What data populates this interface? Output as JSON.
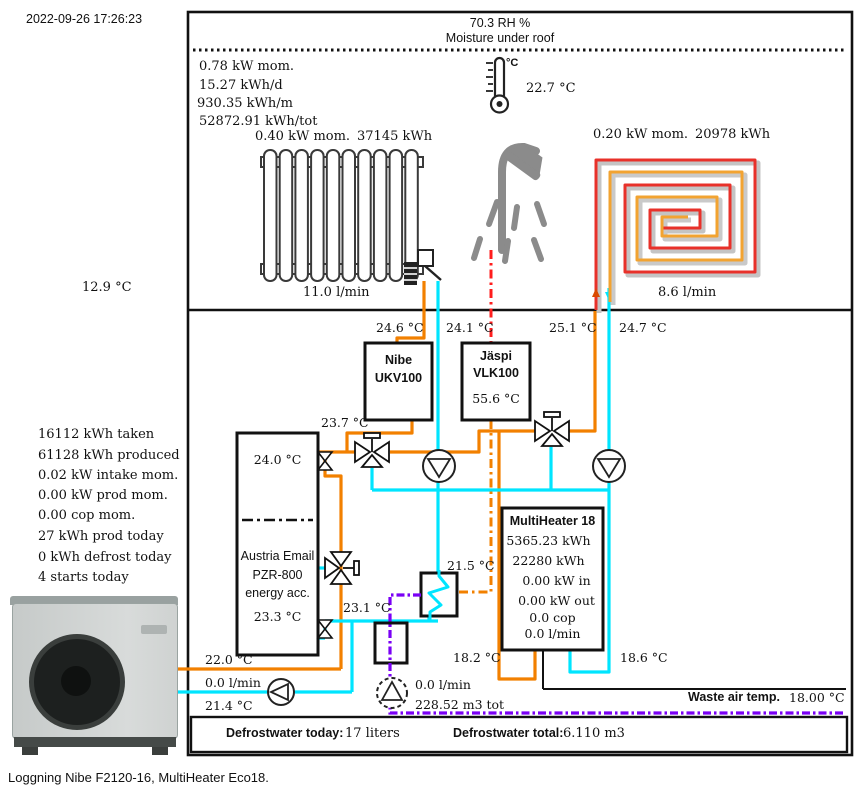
{
  "meta": {
    "timestamp": "2022-09-26 17:26:23",
    "outdoor_temp": "12.9 °C",
    "caption": "Loggning Nibe F2120-16, MultiHeater Eco18."
  },
  "roof": {
    "humidity": "70.3 RH %",
    "label": "Moisture under roof",
    "thermo_unit": "°C",
    "indoor_temp": "22.7 °C"
  },
  "house_energy": {
    "lines": [
      "0.78 kW mom.",
      "15.27 kWh/d",
      "930.35 kWh/m",
      "52872.91 kWh/tot"
    ]
  },
  "radiator": {
    "power": "0.40 kW mom.",
    "energy": "37145 kWh",
    "flow": "11.0 l/min"
  },
  "floor_loop": {
    "power": "0.20 kW mom.",
    "energy": "20978 kWh",
    "flow": "8.6 l/min"
  },
  "temps_row": [
    "24.6 °C",
    "24.1 °C",
    "25.1 °C",
    "24.7 °C"
  ],
  "ukv_box": {
    "line1": "Nibe",
    "line2": "UKV100"
  },
  "vlk_box": {
    "line1": "Jäspi",
    "line2": "VLK100",
    "temp": "55.6 °C"
  },
  "mix_temp": "23.7 °C",
  "heatpump_stats": [
    "16112 kWh taken",
    "61128 kWh produced",
    "0.02 kW intake mom.",
    "0.00 kW prod mom.",
    "0.00 cop mom.",
    "27 kWh prod today",
    "0  kWh defrost today",
    "4 starts today"
  ],
  "tank": {
    "top_temp": "24.0 °C",
    "name1": "Austria Email",
    "name2": "PZR-800",
    "name3": "energy acc.",
    "bottom_temp": "23.3 °C"
  },
  "multiheater": {
    "title": "MultiHeater 18",
    "lines": [
      "5365.23 kWh",
      "22280 kWh",
      "0.00 kW in",
      "0.00 kW out",
      "0.0 cop",
      "0.0 l/min"
    ]
  },
  "labels": {
    "hx_temp": "21.5 °C",
    "return_temp": "23.1 °C",
    "mh_in_temp": "18.2 °C",
    "mh_out_temp": "18.6 °C",
    "hp_supply_temp": "22.0 °C",
    "hp_flow": "0.0 l/min",
    "hp_return_temp": "21.4 °C",
    "defrost_flow": "0.0 l/min",
    "defrost_volume": "228.52 m3 tot",
    "waste_air_label": "Waste air temp.",
    "waste_air_temp": "18.00 °C"
  },
  "footer": {
    "today_label": "Defrostwater today:",
    "today_value": "17 liters",
    "total_label": "Defrostwater total:",
    "total_value": "6.110 m3"
  },
  "colors": {
    "pipe_hot": "#F28000",
    "pipe_cold": "#00E5FF",
    "pipe_defrost_purple": "#7A00F5",
    "pipe_shower_red": "#FF1D1D",
    "spiral_red": "#E8312A",
    "icon_gray": "#8B8B8B"
  }
}
